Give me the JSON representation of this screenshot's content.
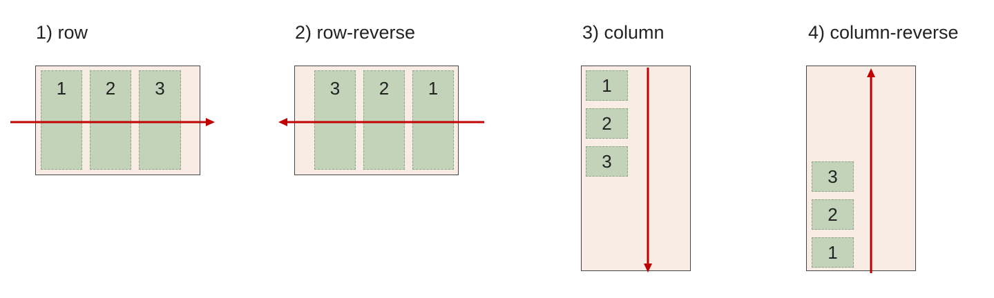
{
  "colors": {
    "container_fill": "#f8ece4",
    "container_border": "#444444",
    "item_fill": "#c2d3b9",
    "item_border": "#8ea487",
    "arrow": "#c00000",
    "text": "#222222"
  },
  "panels": [
    {
      "title": "1) row",
      "direction": "row",
      "axis_arrow": "right",
      "items": [
        "1",
        "2",
        "3"
      ]
    },
    {
      "title": "2) row-reverse",
      "direction": "row-reverse",
      "axis_arrow": "left",
      "items": [
        "3",
        "2",
        "1"
      ]
    },
    {
      "title": "3) column",
      "direction": "column",
      "axis_arrow": "down",
      "items": [
        "1",
        "2",
        "3"
      ]
    },
    {
      "title": "4) column-reverse",
      "direction": "column-reverse",
      "axis_arrow": "up",
      "items": [
        "3",
        "2",
        "1"
      ]
    }
  ]
}
